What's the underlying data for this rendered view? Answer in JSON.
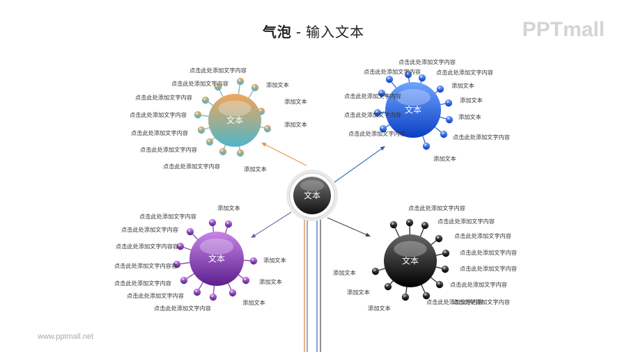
{
  "header": {
    "title_main": "气泡",
    "title_sep": "-",
    "title_sub": "输入文本",
    "logo": "PPTmall"
  },
  "footer": {
    "url": "www.pptmall.net"
  },
  "center": {
    "label": "文本"
  },
  "bubbles": [
    {
      "id": "orange",
      "label": "文本",
      "colors": {
        "top": "#f0a55a",
        "bottom": "#4fb6c8",
        "stroke": "#8ab4bd",
        "arrow": "#e8944a"
      },
      "labels": [
        "点击此处添加文字内容",
        "点击此处添加文字内容",
        "点击此处添加文字内容",
        "点击此处添加文字内容",
        "点击此处添加文字内容",
        "点击此处添加文字内容",
        "点击此处添加文字内容",
        "添加文本",
        "添加文本",
        "添加文本",
        "添加文本"
      ]
    },
    {
      "id": "blue",
      "label": "文本",
      "colors": {
        "top": "#6fa3ff",
        "bottom": "#0a3fc4",
        "stroke": "#3a6fd8",
        "arrow": "#2f65b8"
      },
      "labels": [
        "点击此处添加文字内容",
        "点击此处添加文字内容",
        "点击此处添加文字内容",
        "点击此处添加文字内容",
        "点击此处添加文字内容",
        "点击此处添加文字内容",
        "添加文本",
        "添加文本",
        "添加文本",
        "添加文本",
        "点击此处添加文字内容"
      ]
    },
    {
      "id": "purple",
      "label": "文本",
      "colors": {
        "top": "#c784e8",
        "bottom": "#5c1f8c",
        "stroke": "#8a4fb8",
        "arrow": "#7a5aa8"
      },
      "labels": [
        "点击此处添加文字内容",
        "点击此处添加文字内容",
        "点击此处添加文字内容容",
        "点击此处添加文字内容容",
        "点击此处添加文字内容",
        "点击此处添加文字内容",
        "点击此处添加文字内容",
        "添加文本",
        "添加文本",
        "添加文本",
        "添加文本"
      ]
    },
    {
      "id": "black",
      "label": "文本",
      "colors": {
        "top": "#666666",
        "bottom": "#000000",
        "stroke": "#333333",
        "arrow": "#444444"
      },
      "labels": [
        "点击此处添加文字内容",
        "点击此处添加文字内容",
        "点击此处添加文字内容",
        "点击此处添加文字内容",
        "点击此处添加文字内容",
        "点击此处添加文字内容",
        "点击此处添加文字内容",
        "添加文本",
        "添加文本",
        "添加文本",
        "点击此处添加文字内容"
      ]
    }
  ],
  "stems": {
    "colors": [
      "#c9863a",
      "#7a5aa8",
      "#2f65b8",
      "#444444"
    ]
  }
}
